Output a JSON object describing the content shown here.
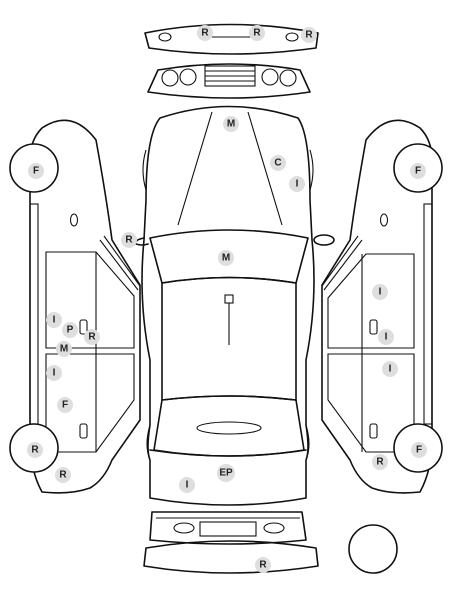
{
  "marks": [
    {
      "code": "R"
    },
    {
      "code": "R"
    },
    {
      "code": "R"
    },
    {
      "code": "M"
    },
    {
      "code": "C"
    },
    {
      "code": "I"
    },
    {
      "code": "R"
    },
    {
      "code": "M"
    },
    {
      "code": "F"
    },
    {
      "code": "I"
    },
    {
      "code": "P"
    },
    {
      "code": "R"
    },
    {
      "code": "M"
    },
    {
      "code": "I"
    },
    {
      "code": "F"
    },
    {
      "code": "R"
    },
    {
      "code": "R"
    },
    {
      "code": "F"
    },
    {
      "code": "I"
    },
    {
      "code": "I"
    },
    {
      "code": "I"
    },
    {
      "code": "R"
    },
    {
      "code": "F"
    },
    {
      "code": "I"
    },
    {
      "code": "EP"
    },
    {
      "code": "R"
    }
  ]
}
